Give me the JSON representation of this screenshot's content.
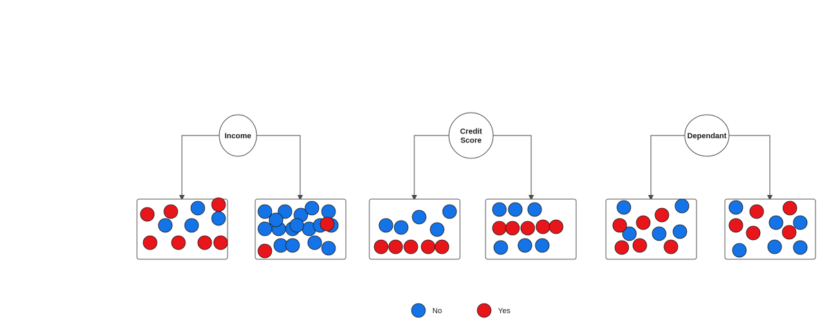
{
  "colors": {
    "no": "#1473e6",
    "yes": "#e8161b",
    "line": "#4a4a4a",
    "box_stroke": "#555555",
    "dot_stroke": "#1a1a1a"
  },
  "splits": [
    {
      "node_label": [
        "Income"
      ],
      "left_box": {
        "no_count": 4,
        "yes_count": 7
      },
      "right_box": {
        "no_count": 17,
        "yes_count": 2
      }
    },
    {
      "node_label": [
        "Credit",
        "Score"
      ],
      "left_box": {
        "no_count": 5,
        "yes_count": 5
      },
      "right_box": {
        "no_count": 6,
        "yes_count": 5
      }
    },
    {
      "node_label": [
        "Dependant"
      ],
      "left_box": {
        "no_count": 5,
        "yes_count": 6
      },
      "right_box": {
        "no_count": 6,
        "yes_count": 5
      }
    }
  ],
  "legend": [
    {
      "class": "no",
      "label": "No"
    },
    {
      "class": "yes",
      "label": "Yes"
    }
  ]
}
